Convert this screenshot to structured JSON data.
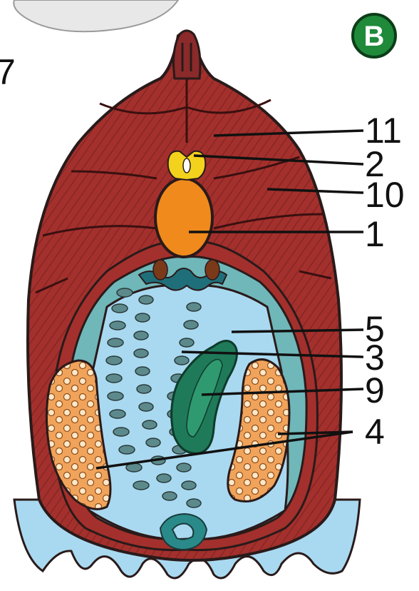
{
  "badge": {
    "text": "B",
    "color": "#1e8a3a"
  },
  "partial_label": "7",
  "labels": [
    {
      "id": "11",
      "text": "11"
    },
    {
      "id": "2",
      "text": "2"
    },
    {
      "id": "10",
      "text": "10"
    },
    {
      "id": "1",
      "text": "1"
    },
    {
      "id": "5",
      "text": "5"
    },
    {
      "id": "3",
      "text": "3"
    },
    {
      "id": "9",
      "text": "9"
    },
    {
      "id": "4",
      "text": "4"
    }
  ],
  "colors": {
    "muscle": "#a3302c",
    "muscle_dark": "#6e1e1e",
    "notochord": "#f08a1c",
    "nerve_cord": "#f2d21c",
    "pharynx": "#a9d9f0",
    "atrium": "#6fb7b9",
    "gonad": "#f0a35a",
    "liver": "#1f7a5a",
    "outline": "#2a1a1a"
  }
}
